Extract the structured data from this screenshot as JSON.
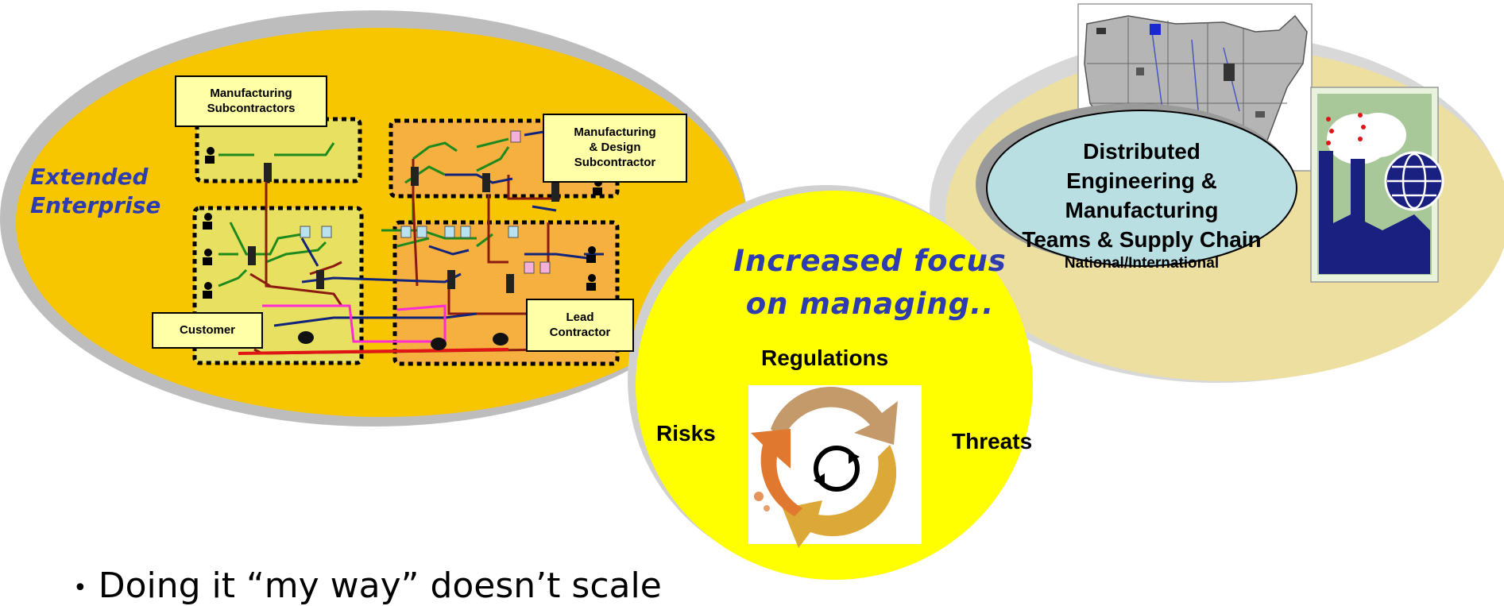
{
  "extended_enterprise": {
    "title_line1": "Extended",
    "title_line2": "Enterprise",
    "boxes": {
      "mfg_sub": "Manufacturing Subcontractors",
      "mfg_design_line1": "Manufacturing",
      "mfg_design_line2": "& Design",
      "mfg_design_line3": "Subcontractor",
      "customer": "Customer",
      "lead_line1": "Lead",
      "lead_line2": "Contractor"
    }
  },
  "distributed": {
    "line1": "Distributed",
    "line2": "Engineering &",
    "line3": "Manufacturing",
    "line4": "Teams & Supply Chain",
    "line5": "National/International"
  },
  "focus": {
    "heading_line1": "Increased focus",
    "heading_line2": "on managing..",
    "regulations": "Regulations",
    "risks": "Risks",
    "threats": "Threats"
  },
  "bullet": {
    "text": "Doing it “my way” doesn’t scale"
  },
  "colors": {
    "left_ellipse": "#f7c600",
    "left_ellipse_shadow": "#b8b8b8",
    "right_ellipse": "#ecdfa0",
    "center_circle": "#ffff00",
    "dist_ellipse": "#b9dfe3",
    "label_title": "#2e3cb0",
    "box_fill": "#ffffa8",
    "zone_left": "#e8e060",
    "zone_right": "#f5b040"
  }
}
